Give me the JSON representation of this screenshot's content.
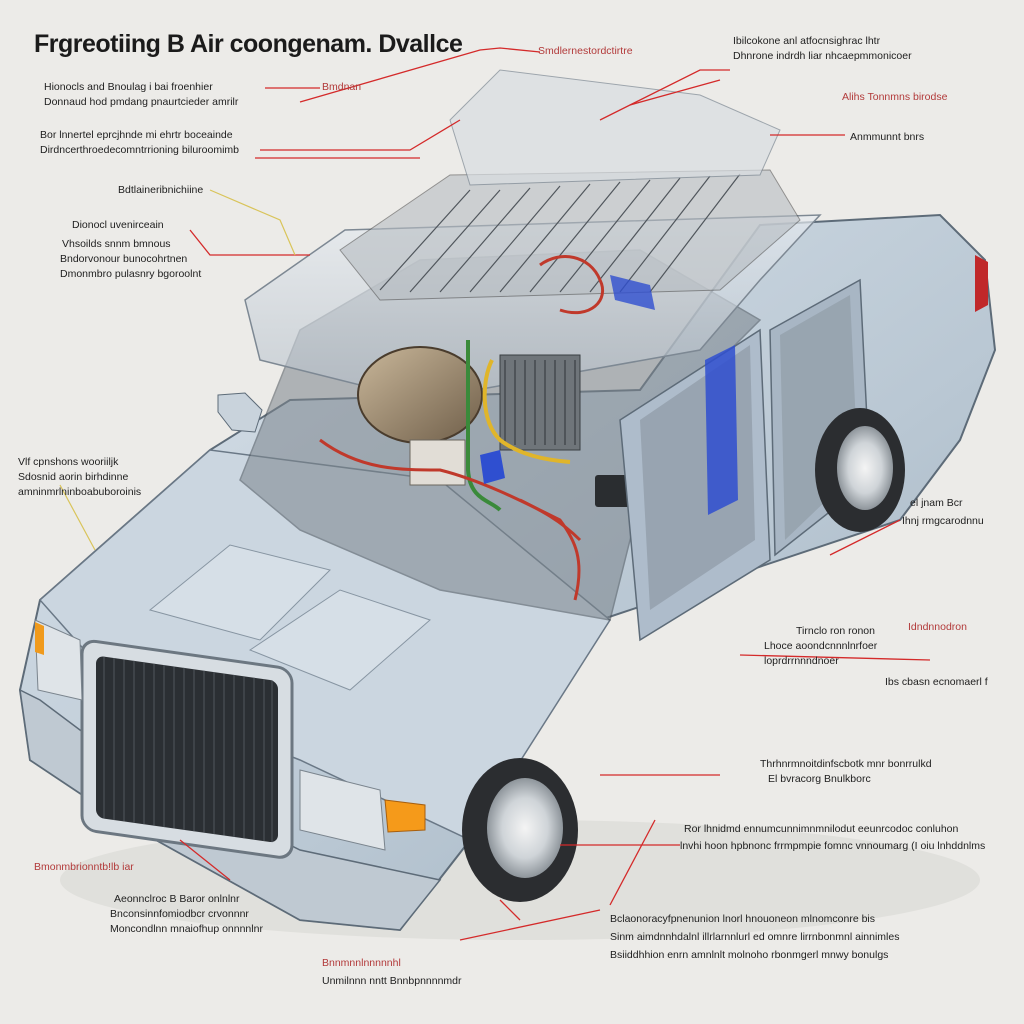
{
  "title": "Frgreotiing B Air coongenam. Dvallce",
  "colors": {
    "background": "#ecebe8",
    "car_body": "#c8d4de",
    "leader_line": "#d42a2a",
    "pipe_red": "#c0392b",
    "pipe_yellow": "#e0b52a",
    "pipe_blue": "#2f4fd0",
    "pipe_green": "#3a8a3a"
  },
  "labels": {
    "top_left_1": {
      "lines": [
        "Hionocls and Bnoulag i bai froenhier",
        "Donnaud hod pmdang pnaurtcieder amrilr"
      ]
    },
    "top_left_tag": {
      "lines": [
        "Bmdnan"
      ]
    },
    "top_left_2": {
      "lines": [
        "Bor lnnertel eprcjhnde mi ehrtr boceainde",
        "Dirdncerthroedecomntrrioning biluroomimb"
      ]
    },
    "left_3": {
      "lines": [
        "Bdtlaineribnichiine"
      ]
    },
    "left_4": {
      "lines": [
        "Dionocl uvenirceain",
        "Vhsoilds snnm bmnous",
        "Bndorvonour bunocohrtnen",
        "Dmonmbro pulasnry bgoroolnt"
      ]
    },
    "left_5": {
      "lines": [
        "Vlf cpnshons wooriiljk",
        "Sdosnid aorin birhdinne",
        "amninmrlninboabuboroinis"
      ]
    },
    "top_center_tag": {
      "lines": [
        "Smdlernestordctirtre"
      ]
    },
    "top_right_1": {
      "lines": [
        "Ibilcokone anl atfocnsighrac lhtr",
        "Dhnrone indrdh liar nhcaepmmonicoer"
      ]
    },
    "right_2": {
      "lines": [
        "Alihs Tonnmns birodse"
      ]
    },
    "right_3": {
      "lines": [
        "Anmmunnt bnrs"
      ]
    },
    "right_4": {
      "lines": [
        "el jnam Bcr",
        "Ihnj rmgcarodnnu"
      ]
    },
    "right_5a": {
      "lines": [
        "Tirnclo ron ronon",
        "Lhoce aoondcnnnlnrfoer",
        "loprdrrnnndnoer"
      ]
    },
    "right_5b": {
      "lines": [
        "Idndnnodron"
      ]
    },
    "right_6": {
      "lines": [
        "Ibs cbasn ecnomaerl f"
      ]
    },
    "right_7": {
      "lines": [
        "Thrhnrmnoitdinfscbotk mnr bonrrulkd",
        "El bvracorg Bnulkborc"
      ]
    },
    "right_8": {
      "lines": [
        "Ror lhnidmd ennumcunnimnmnilodut eeunrcodoc conluhon",
        "lnvhi hoon hpbnonc frrmpmpie fomnc vnnoumarg (I oiu lnhddnlms"
      ]
    },
    "bottom_left_tag": {
      "lines": [
        "Bmonmbrionntb!lb iar"
      ]
    },
    "bottom_left": {
      "lines": [
        "Aeonnclroc B Baror onlnlnr",
        "Bnconsinnfomiodbcr crvonnnr",
        "Moncondlnn mnaiofhup onnnnlnr"
      ]
    },
    "bottom_right": {
      "lines": [
        "Bclaonoracyfpnenunion lnorl hnouoneon mlnomconre bis",
        "Sinm aimdnnhdalnl illrlarnnlurl ed omnre lirrnbonmnl ainnimles",
        "Bsiiddhhion enrn amnlnlt molnoho rbonmgerl mnwy bonulgs"
      ]
    },
    "bottom_center_tag": {
      "lines": [
        "Bnnmnnlnnnnnhl"
      ]
    },
    "bottom_center": {
      "lines": [
        "Unmilnnn nntt Bnnbpnnnnmdr"
      ]
    }
  }
}
